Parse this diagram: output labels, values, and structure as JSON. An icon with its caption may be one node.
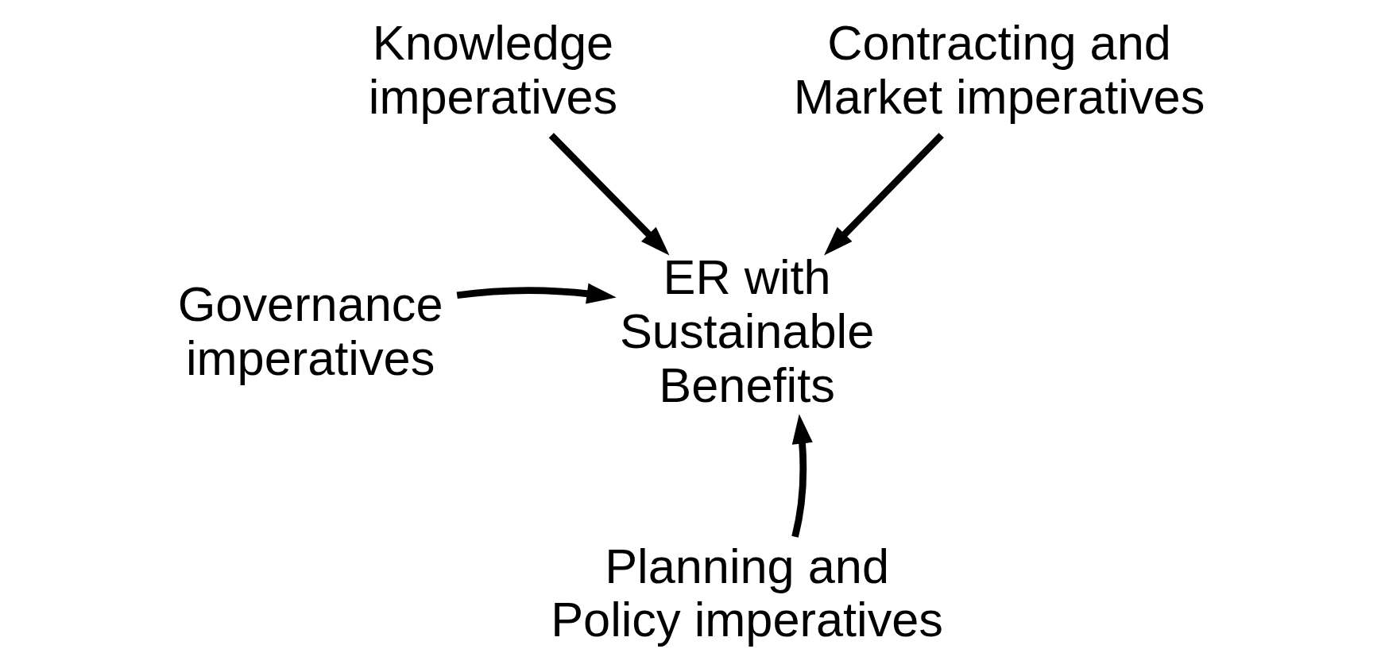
{
  "diagram": {
    "nodes": [
      {
        "text": [
          "Knowledge imperatives"
        ]
      },
      {
        "text": [
          "Contracting and Market imperatives"
        ]
      },
      {
        "text": [
          "ER with Sustainable Benefits"
        ]
      },
      {
        "text": [
          "Governance imperatives"
        ]
      },
      {
        "text": [
          "Planning and Policy imperatives"
        ]
      }
    ],
    "edges": [
      {
        "from": 0,
        "to": 2,
        "arrow": "to"
      },
      {
        "from": 1,
        "to": 2,
        "arrow": "to"
      },
      {
        "from": 3,
        "to": 2,
        "arrow": "to"
      },
      {
        "from": 4,
        "to": 2,
        "arrow": "to"
      }
    ]
  }
}
